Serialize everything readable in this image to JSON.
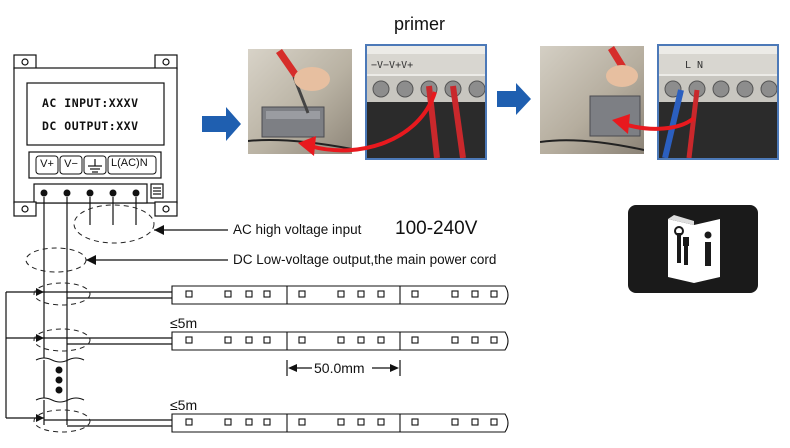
{
  "header": {
    "title": "primer"
  },
  "psu": {
    "line1": "AC INPUT:XXXV",
    "line2": "DC OUTPUT:XXV",
    "terminals": [
      "V+",
      "V−",
      "⏚",
      "L(AC)N"
    ]
  },
  "callouts": {
    "ac_input": "AC high voltage input",
    "ac_range": "100-240V",
    "dc_output": "DC Low-voltage output,the main power cord"
  },
  "strips": {
    "length_label_1": "≤5m",
    "length_label_2": "≤5m",
    "spacing_label": "50.0mm"
  },
  "icons": {
    "manual": "manual-tools-info-icon",
    "arrow": "blue-arrow-icon"
  },
  "colors": {
    "arrow_blue": "#1f5fb0",
    "curve_red": "#e8191e",
    "icon_bg": "#1a1a1a"
  }
}
